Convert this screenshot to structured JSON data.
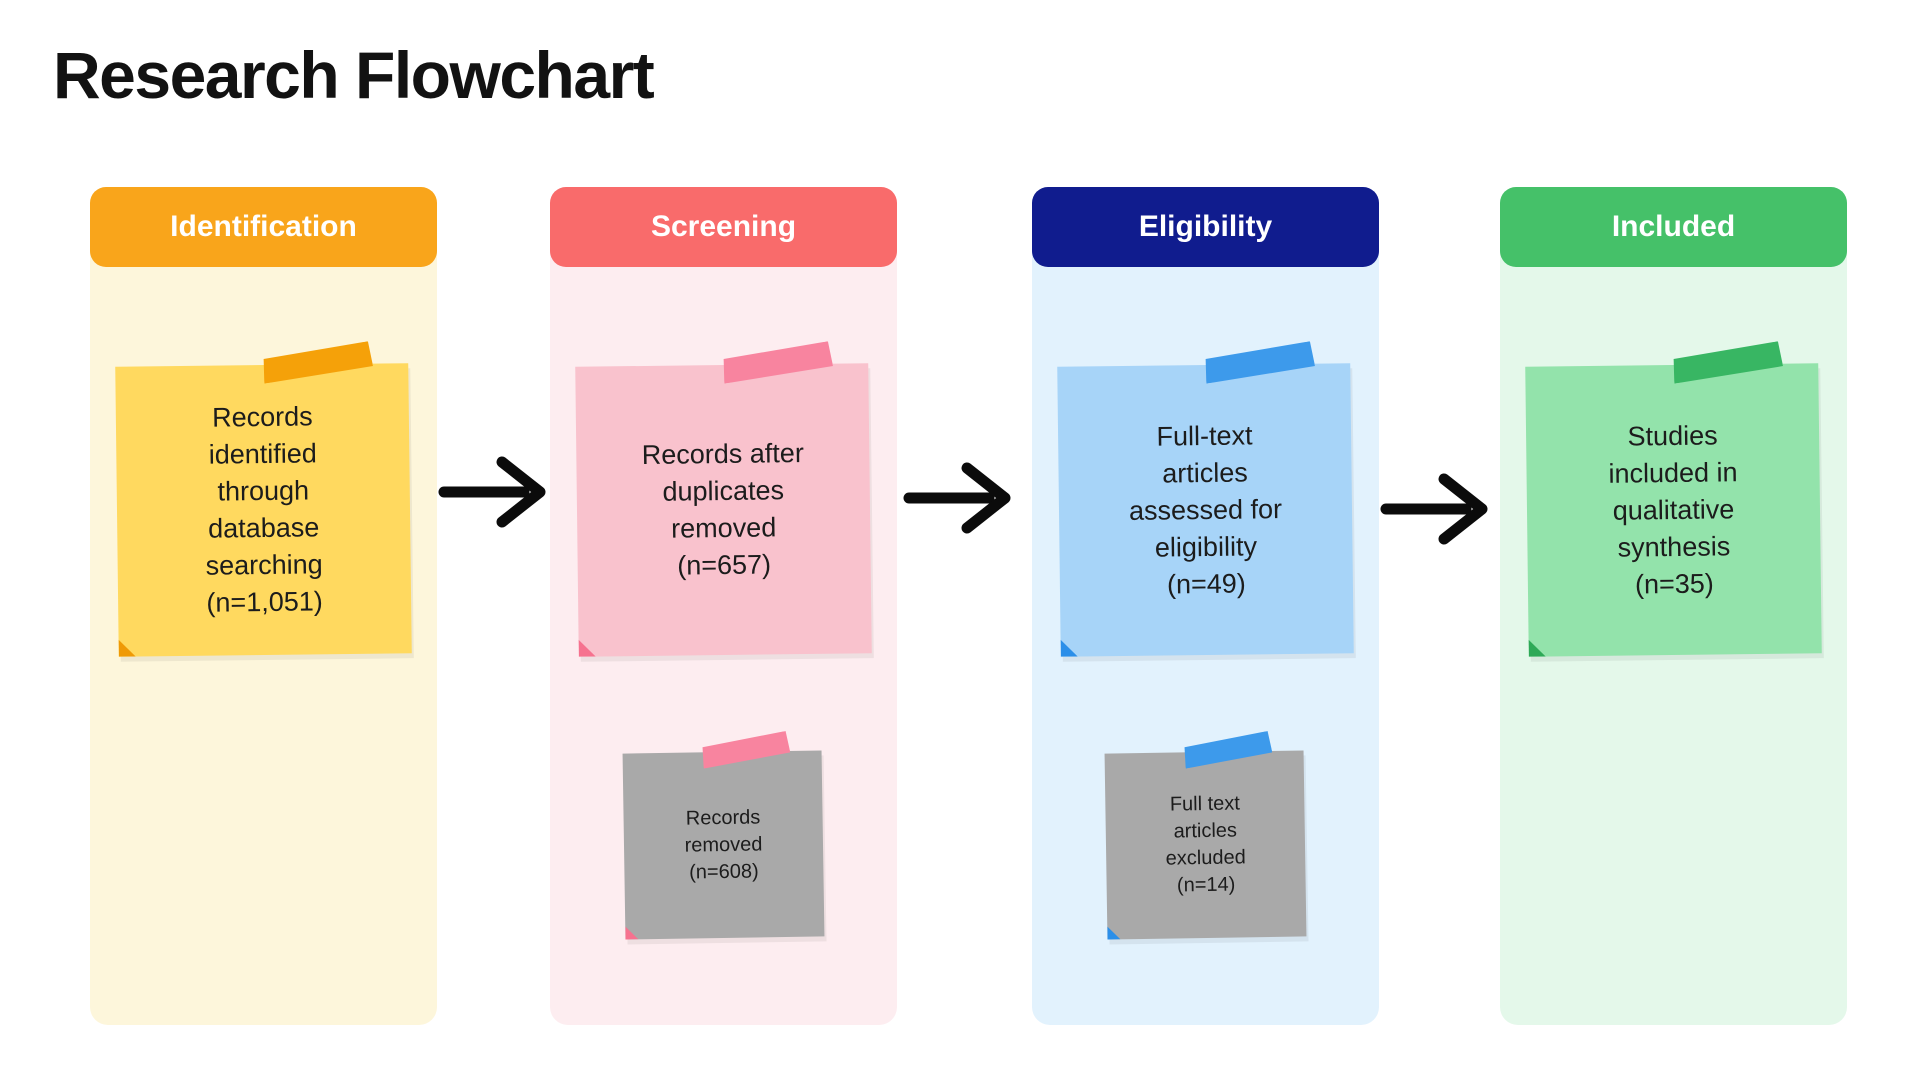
{
  "title": "Research Flowchart",
  "colors": {
    "page_background": "#FFFFFF",
    "title_text": "#121212",
    "header_text": "#FFFFFF",
    "note_text": "#1C1C1C",
    "arrow": "#0B0B0B",
    "gray_note": "#A9A9A9"
  },
  "columns": [
    {
      "label": "Identification",
      "colors": {
        "header": "#F9A51B",
        "panel": "#FDF6DB",
        "note": "#FFD95F",
        "tape": "#F5A109",
        "fold": "#EF9A06"
      },
      "main_note": {
        "text": "Records\nidentified\nthrough\ndatabase\nsearching\n(n=1,051)"
      }
    },
    {
      "label": "Screening",
      "colors": {
        "header": "#F96B6B",
        "panel": "#FDEDF0",
        "note": "#F9C2CD",
        "tape": "#F8849F",
        "fold": "#F6728F"
      },
      "main_note": {
        "text": "Records after\nduplicates\nremoved\n(n=657)"
      },
      "secondary_note": {
        "text": "Records\nremoved\n(n=608)",
        "color": "#A9A9A9"
      }
    },
    {
      "label": "Eligibility",
      "colors": {
        "header": "#101C8E",
        "panel": "#E2F2FD",
        "note": "#A7D4F8",
        "tape": "#3D9AEB",
        "fold": "#2B8FE9"
      },
      "main_note": {
        "text": "Full-text\narticles\nassessed for\neligibility\n(n=49)"
      },
      "secondary_note": {
        "text": "Full text\narticles\nexcluded\n(n=14)",
        "color": "#A9A9A9"
      }
    },
    {
      "label": "Included",
      "colors": {
        "header": "#45C169",
        "panel": "#E4F8EA",
        "note": "#93E3AB",
        "tape": "#38B663",
        "fold": "#2EA957"
      },
      "main_note": {
        "text": "Studies\nincluded in\nqualitative\nsynthesis\n(n=35)"
      }
    }
  ]
}
